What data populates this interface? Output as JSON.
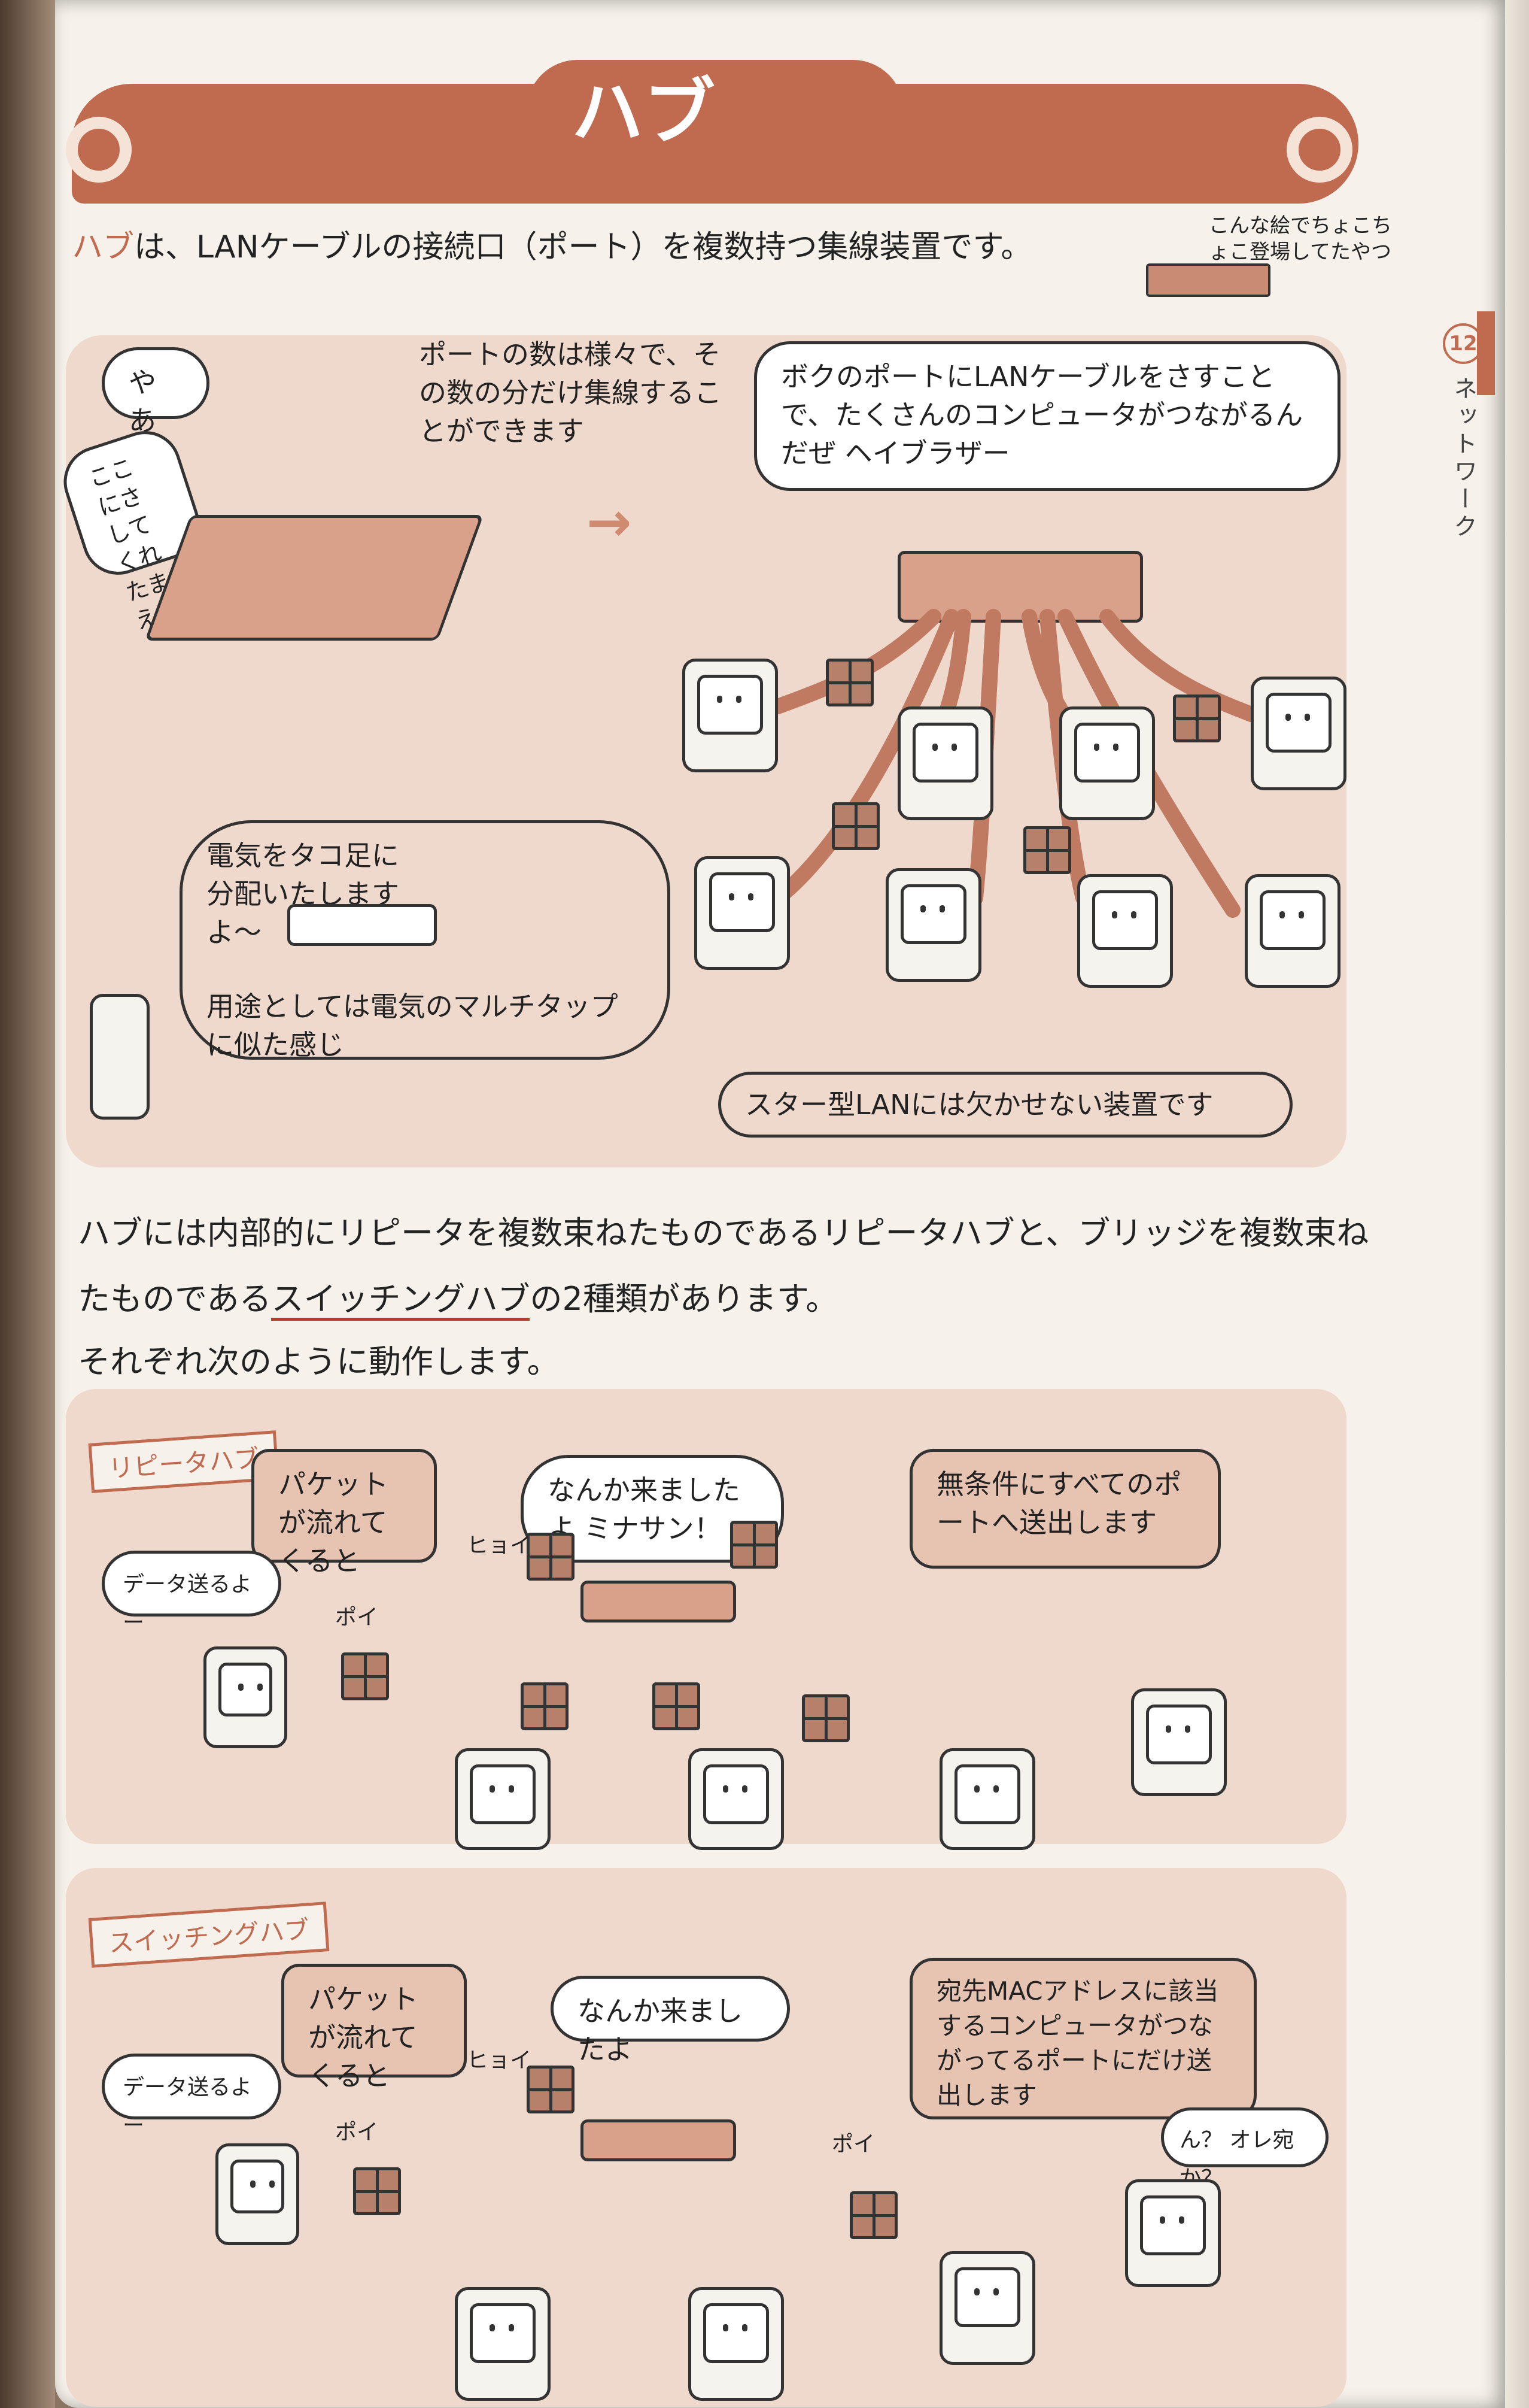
{
  "title": "ハブ",
  "intro": {
    "hub_word": "ハブ",
    "rest": "は、LANケーブルの接続口（ポート）を複数持つ集線装置です。"
  },
  "side_note": "こんな絵でちょこちょこ登場してたやつ",
  "chapter": {
    "number": "12",
    "label": "ネットワーク"
  },
  "top_panel": {
    "greet": "やあ",
    "plug_here": "ここにさしてくれたまえ",
    "ports_note": "ポートの数は様々で、その数の分だけ集線することができます",
    "hub_says": "ボクのポートにLANケーブルをさすことで、たくさんのコンピュータがつながるんだぜ ヘイブラザー",
    "tap_says": "電気をタコ足に分配いたしますよ〜",
    "multitap_note": "用途としては電気のマルチタップに似た感じ",
    "star_note": "スター型LANには欠かせない装置です"
  },
  "body": {
    "line1": "ハブには内部的にリピータを複数束ねたものであるリピータハブと、ブリッジを複数束ね",
    "line2_pre": "たものである",
    "line2_u": "スイッチングハブ",
    "line2_post": "の2種類があります。",
    "line3": "それぞれ次のように動作します。"
  },
  "repeater": {
    "label": "リピータハブ",
    "packet_flows": "パケットが流れてくると",
    "hub_says": "なんか来ましたよ ミナサン！",
    "all_ports": "無条件にすべてのポートへ送出します",
    "sender": "データ送るよー",
    "poi": "ポイ",
    "hyoi": "ヒョイ"
  },
  "switching": {
    "label": "スイッチングハブ",
    "packet_flows": "パケットが流れてくると",
    "hub_says": "なんか来ましたよ",
    "mac_only": "宛先MACアドレスに該当するコンピュータがつながってるポートにだけ送出します",
    "sender": "データ送るよー",
    "receiver": "ん？ オレ宛か？",
    "poi": "ポイ",
    "hyoi": "ヒョイ"
  }
}
